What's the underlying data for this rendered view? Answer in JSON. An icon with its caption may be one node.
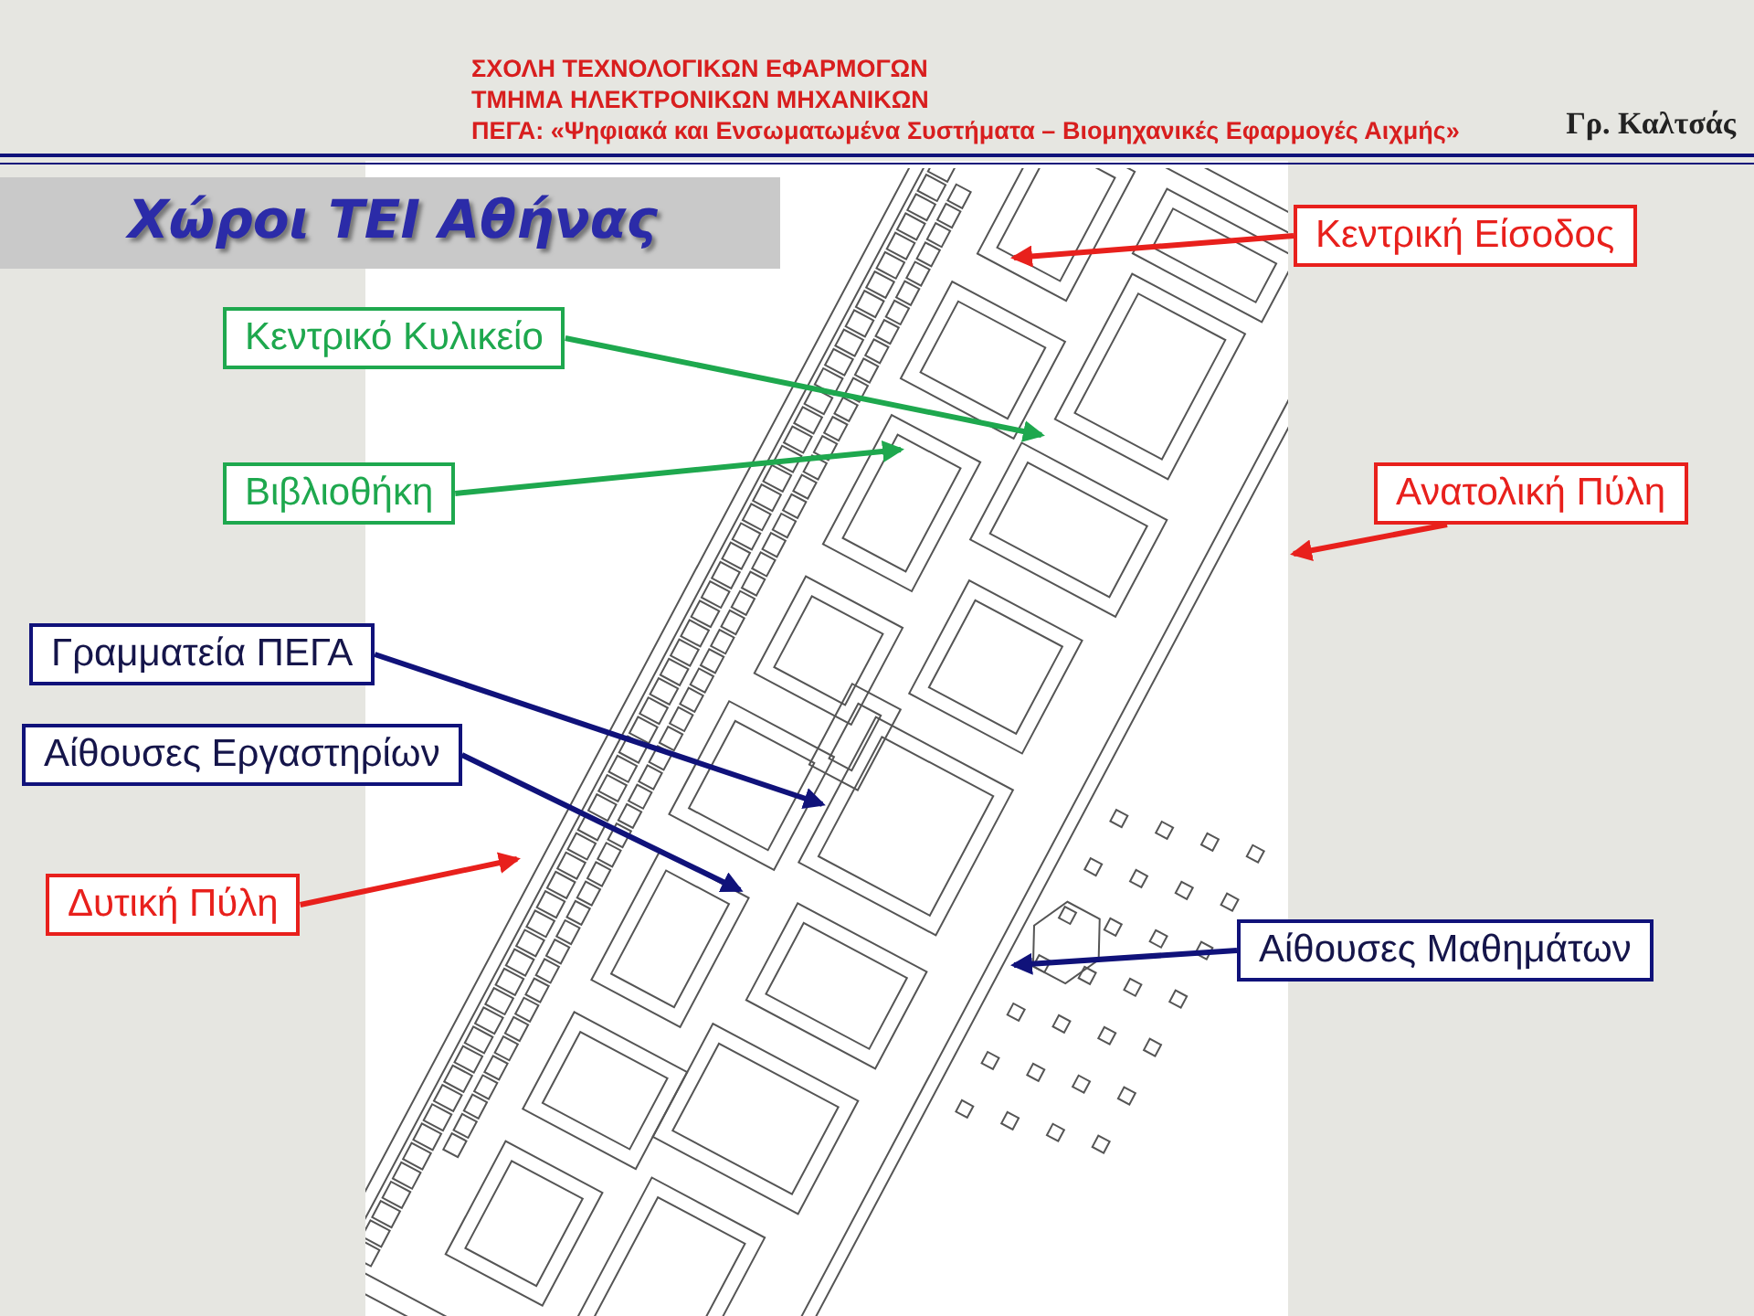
{
  "diagram": {
    "title": "Χώροι ΤΕΙ Αθήνας",
    "nodes": [
      {
        "text": [
          "Κεντρική Είσοδος"
        ]
      },
      {
        "text": [
          "Κεντρικό Κυλικείο"
        ]
      },
      {
        "text": [
          "Βιβλιοθήκη"
        ]
      },
      {
        "text": [
          "Ανατολική Πύλη"
        ]
      },
      {
        "text": [
          "Γραμματεία ΠΕΓΑ"
        ]
      },
      {
        "text": [
          "Αίθουσες Εργαστηρίων"
        ]
      },
      {
        "text": [
          "Δυτική Πύλη"
        ]
      },
      {
        "text": [
          "Αίθουσες Μαθημάτων"
        ]
      }
    ],
    "edges": [
      {
        "from": 0,
        "to": null,
        "arrow": "to",
        "color": "#e8201c"
      },
      {
        "from": 1,
        "to": null,
        "arrow": "to",
        "color": "#1ea84e"
      },
      {
        "from": 2,
        "to": null,
        "arrow": "to",
        "color": "#1ea84e"
      },
      {
        "from": 3,
        "to": null,
        "arrow": "to",
        "color": "#e8201c"
      },
      {
        "from": 4,
        "to": null,
        "arrow": "to",
        "color": "#10127a"
      },
      {
        "from": 5,
        "to": null,
        "arrow": "to",
        "color": "#10127a"
      },
      {
        "from": 6,
        "to": null,
        "arrow": "to",
        "color": "#e8201c"
      },
      {
        "from": 7,
        "to": null,
        "arrow": "to",
        "color": "#10127a"
      }
    ],
    "labels": [
      "ΣΧΟΛΗ ΤΕΧΝΟΛΟΓΙΚΩΝ ΕΦΑΡΜΟΓΩΝ",
      "ΤΜΗΜΑ ΗΛΕΚΤΡΟΝΙΚΩΝ ΜΗΧΑΝΙΚΩΝ",
      "ΠΕΓΑ: «Ψηφιακά και Ενσωματωμένα Συστήματα – Βιομηχανικές Εφαρμογές Αιχμής»",
      "Γρ. Καλτσάς"
    ]
  }
}
